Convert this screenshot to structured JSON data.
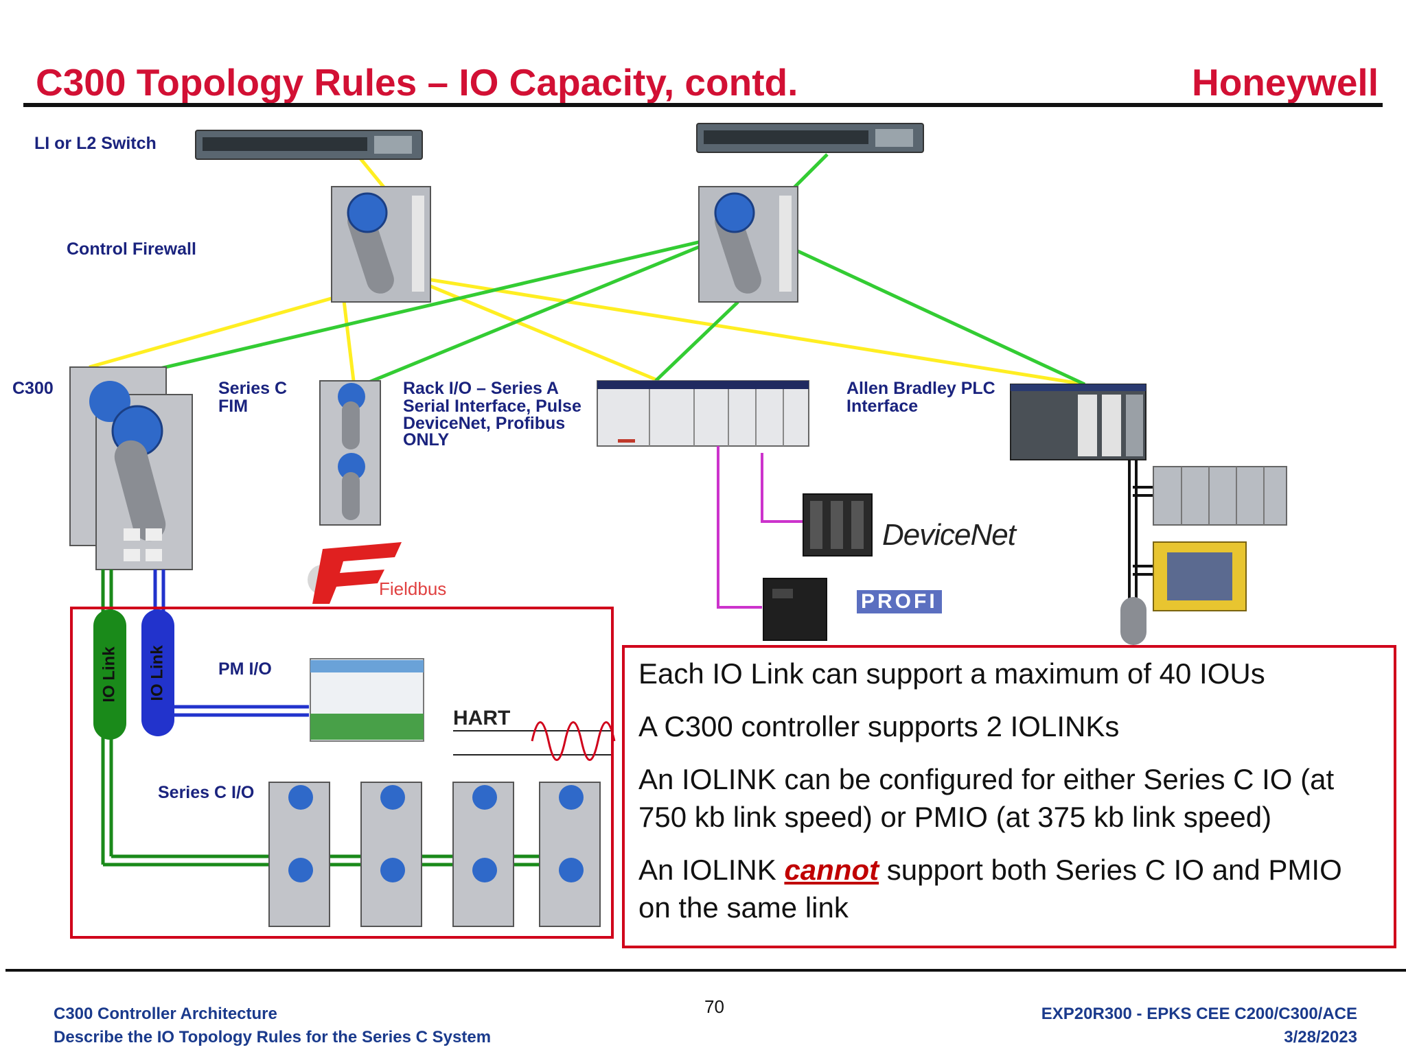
{
  "header": {
    "title": "C300 Topology Rules – IO Capacity, contd.",
    "brand": "Honeywell"
  },
  "labels": {
    "switch": "LI or L2 Switch",
    "firewall": "Control Firewall",
    "c300": "C300",
    "fim_line1": "Series C",
    "fim_line2": "FIM",
    "rack_line1": "Rack I/O – Series A",
    "rack_line2": "Serial Interface, Pulse",
    "rack_line3": "DeviceNet, Profibus",
    "rack_line4": "ONLY",
    "ab_line1": "Allen Bradley PLC",
    "ab_line2": "Interface",
    "devicenet": "DeviceNet",
    "profibus": "PROFI",
    "fieldbus": "Fieldbus",
    "iolink1": "IO Link",
    "iolink2": "IO Link",
    "pmio": "PM I/O",
    "hart": "HART",
    "seriesc_io": "Series C I/O"
  },
  "callout": {
    "line1": "Each IO Link can support a maximum of 40 IOUs",
    "line2": "A C300 controller supports 2 IOLINKs",
    "line3": "An IOLINK can be configured for either Series C IO (at 750 kb link speed) or PMIO (at 375 kb link speed)",
    "line4_pre": "An IOLINK ",
    "line4_em": "cannot",
    "line4_post": " support both Series C IO and PMIO on the same link"
  },
  "footer": {
    "left1": "C300 Controller Architecture",
    "left2": "Describe the IO Topology Rules for the Series C System",
    "page": "70",
    "right1": "EXP20R300 - EPKS CEE C200/C300/ACE",
    "right2": "3/28/2023"
  },
  "colors": {
    "title": "#d21034",
    "label": "#1a237e",
    "yellow_link": "#ffee22",
    "green_link": "#33cc33",
    "io_link_green": "#1a8a1a",
    "io_link_blue": "#2233cc",
    "magenta_link": "#cc33cc",
    "box_red": "#d0021b"
  }
}
